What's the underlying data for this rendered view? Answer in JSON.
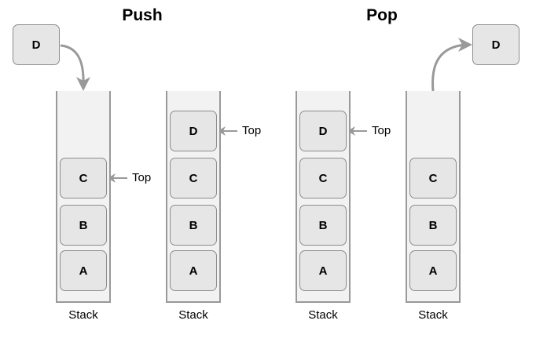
{
  "titles": {
    "push": "Push",
    "pop": "Pop"
  },
  "blocks": {
    "push_incoming": "D",
    "pop_outgoing": "D",
    "stack1": [
      "C",
      "B",
      "A"
    ],
    "stack2": [
      "D",
      "C",
      "B",
      "A"
    ],
    "stack3": [
      "D",
      "C",
      "B",
      "A"
    ],
    "stack4": [
      "C",
      "B",
      "A"
    ]
  },
  "labels": {
    "stack": "Stack",
    "top": "Top"
  },
  "colors": {
    "block_fill": "#e6e6e6",
    "block_border": "#8c8c8c",
    "stack_wall": "#999999",
    "stack_fill": "#f2f2f2",
    "arrow": "#999999"
  }
}
